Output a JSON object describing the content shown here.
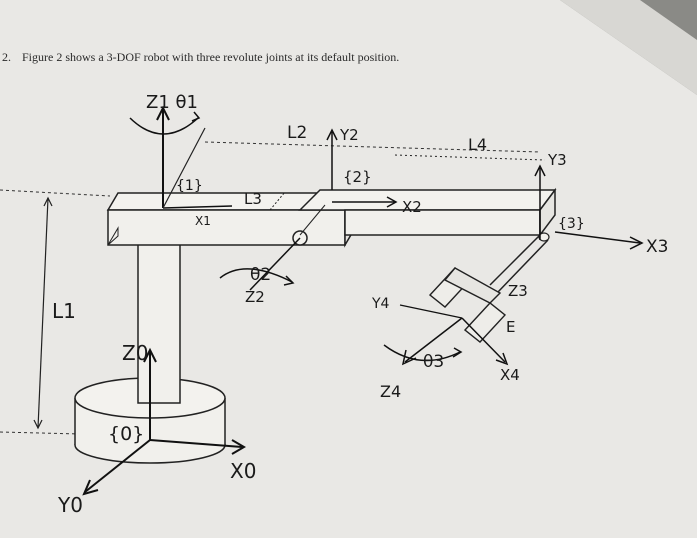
{
  "problem": {
    "number": "2.",
    "text": "Figure 2 shows a 3-DOF robot with three revolute joints at its default position."
  },
  "labels": {
    "z1_theta1": "Z1 θ1",
    "frame1": "{1}",
    "x1": "X1",
    "l2": "L2",
    "y2": "Y2",
    "frame2": "{2}",
    "x2": "X2",
    "l3": "L3",
    "l4": "L4",
    "y3": "Y3",
    "frame3": "{3}",
    "x3": "X3",
    "z3": "Z3",
    "theta2": "θ2",
    "z2": "Z2",
    "l1": "L1",
    "y4": "Y4",
    "e": "E",
    "x4": "X4",
    "theta3": "θ3",
    "z4": "Z4",
    "z0": "Z0",
    "frame0": "{0}",
    "x0": "X0",
    "y0": "Y0"
  },
  "colors": {
    "paper": "#ecebe8",
    "ink": "#1a1a1a",
    "background": "#8a8a86"
  }
}
